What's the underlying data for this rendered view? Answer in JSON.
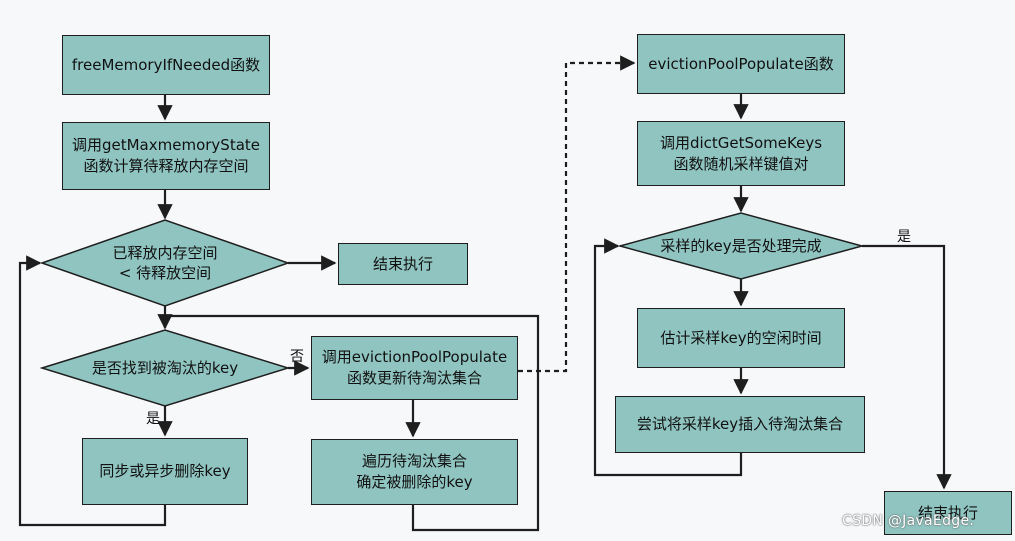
{
  "nodes": {
    "free_memory": "freeMemoryIfNeeded函数",
    "get_maxmemory_line1": "调用getMaxmemoryState",
    "get_maxmemory_line2": "函数计算待释放内存空间",
    "cond_released_line1": "已释放内存空间",
    "cond_released_line2": "< 待释放空间",
    "end_left": "结束执行",
    "cond_found_key": "是否找到被淘汰的key",
    "call_epp_line1": "调用evictionPoolPopulate",
    "call_epp_line2": "函数更新待淘汰集合",
    "sync_async_delete": "同步或异步删除key",
    "traverse_line1": "遍历待淘汰集合",
    "traverse_line2": "确定被删除的key",
    "epp_func": "evictionPoolPopulate函数",
    "dict_some_keys_line1": "调用dictGetSomeKeys",
    "dict_some_keys_line2": "函数随机采样键值对",
    "cond_sampled_done": "采样的key是否处理完成",
    "estimate_idle": "估计采样key的空闲时间",
    "try_insert": "尝试将采样key插入待淘汰集合",
    "end_right": "结束执行"
  },
  "edge_labels": {
    "no": "否",
    "yes_left": "是",
    "yes_right": "是"
  },
  "watermark": "CSDN @JavaEdge.",
  "colors": {
    "node_fill": "#8fc4c0",
    "stroke": "#1e1e1e",
    "background": "#f7f8fa"
  }
}
